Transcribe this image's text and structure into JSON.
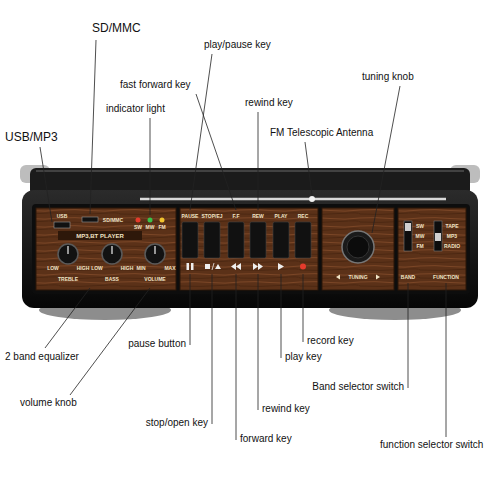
{
  "diagram": {
    "labels": [
      "SD/MMC",
      "play/pause key",
      "tuning knob",
      "fast forward key",
      "rewind key",
      "indicator light",
      "FM Telescopic Antenna",
      "USB/MP3",
      "USB",
      "SD/MMC",
      "SW",
      "MW",
      "FM",
      "MP3,BT PLAYER",
      "PAUSE",
      "STOP/EJ",
      "F.F",
      "REW",
      "PLAY",
      "REC",
      "SW",
      "MW",
      "FM",
      "TAPE",
      "MP3",
      "RADIO",
      "LOW",
      "HIGH",
      "LOW",
      "HIGH",
      "MIN",
      "MAX",
      "TREBLE",
      "BASS",
      "VOLUME",
      "TUNING",
      "BAND",
      "FUNCTION",
      "pause button",
      "record key",
      "2 band equalizer",
      "play key",
      "Band selector switch",
      "forward key",
      "volume knob",
      "rewind key",
      "stop/open key",
      "function selector switch"
    ]
  }
}
